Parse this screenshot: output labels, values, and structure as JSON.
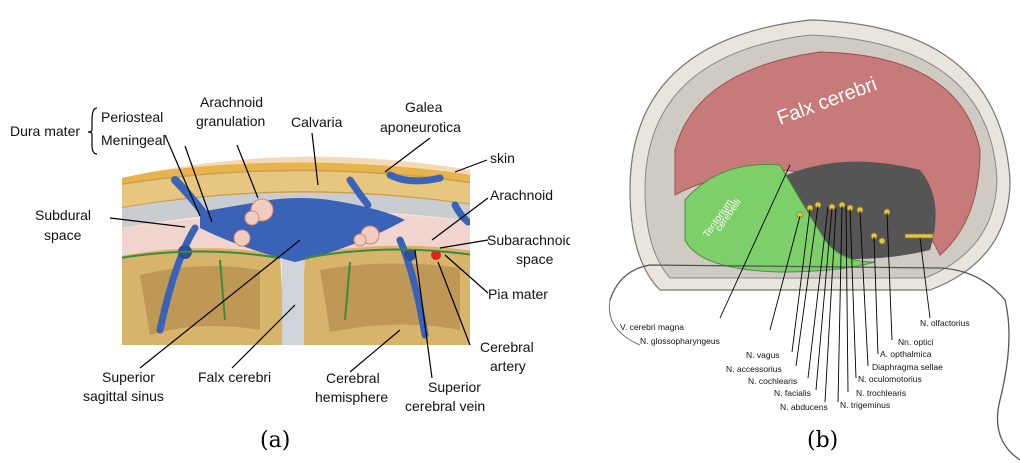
{
  "panel_a": {
    "caption": "(a)",
    "labels": {
      "dura_mater": "Dura mater",
      "periosteal": "Periosteal",
      "meningeal": "Meningeal",
      "arachnoid_granulation_1": "Arachnoid",
      "arachnoid_granulation_2": "granulation",
      "calvaria": "Calvaria",
      "galea_1": "Galea",
      "galea_2": "aponeurotica",
      "skin": "skin",
      "arachnoid": "Arachnoid",
      "subdural_1": "Subdural",
      "subdural_2": "space",
      "subarachnoid_1": "Subarachnoid",
      "subarachnoid_2": "space",
      "pia_mater": "Pia mater",
      "cerebral_artery_1": "Cerebral",
      "cerebral_artery_2": "artery",
      "superior_sagittal_sinus_1": "Superior",
      "superior_sagittal_sinus_2": "sagittal sinus",
      "falx_cerebri": "Falx cerebri",
      "cerebral_hemisphere_1": "Cerebral",
      "cerebral_hemisphere_2": "hemisphere",
      "superior_cerebral_vein_1": "Superior",
      "superior_cerebral_vein_2": "cerebral vein"
    }
  },
  "panel_b": {
    "caption": "(b)",
    "labels": {
      "falx_cerebri": "Falx cerebri",
      "tentorium_1": "Tentorium",
      "tentorium_2": "cerebelli",
      "v_cerebri_magna": "V. cerebri magna",
      "n_glossopharyngeus": "N. glossopharyngeus",
      "n_vagus": "N. vagus",
      "n_accessorius": "N. accessorius",
      "n_cochlearis": "N. cochlearis",
      "n_facialis": "N. facialis",
      "n_abducens": "N. abducens",
      "n_trigeminus": "N. trigeminus",
      "n_trochlearis": "N. trochlearis",
      "n_oculomotorius": "N. oculomotorius",
      "diaphragma_sellae": "Diaphragma sellae",
      "a_opthalmica": "A. opthalmica",
      "nn_optici": "Nn. optici",
      "n_olfactorius": "N. olfactorius"
    }
  },
  "colors": {
    "skin": "#f3d9b8",
    "galea": "#e8b34a",
    "bone": "#e7c77f",
    "dura": "#bfc7cc",
    "blue": "#3a63b8",
    "brain": "#d7b46a",
    "falx_red": "#c77a7a",
    "tentorium_green": "#7dcf6a"
  }
}
